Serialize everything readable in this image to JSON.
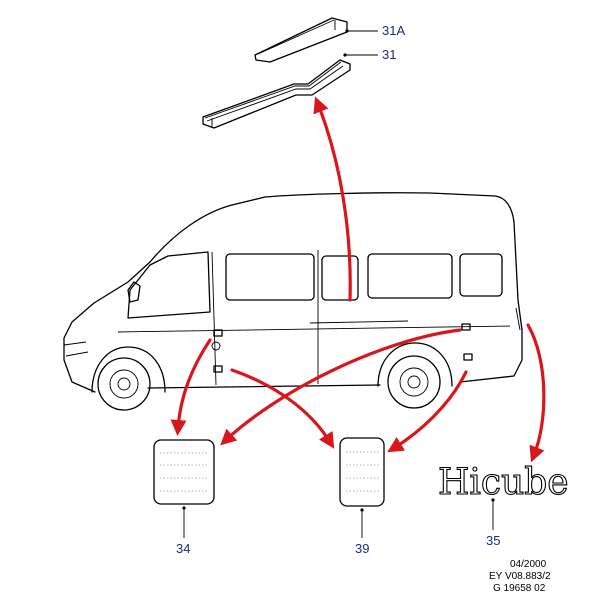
{
  "callouts": {
    "c31a": "31A",
    "c31": "31",
    "c34": "34",
    "c39": "39",
    "c35": "35"
  },
  "emblem": {
    "text": "Hicube"
  },
  "footer": {
    "date": "04/2000",
    "ref": "EY V08.883/2",
    "drawing_no": "G 19658 02"
  },
  "colors": {
    "arrow": "#d9161c",
    "callout": "#1a2a8a"
  }
}
